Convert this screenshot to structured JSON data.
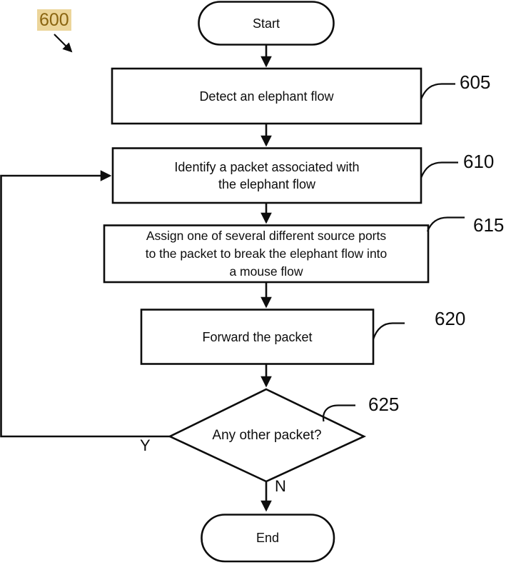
{
  "figure": {
    "ref_label": "600",
    "highlight_bg": "#ecd59a",
    "highlight_text": "#8a6410",
    "stroke_color": "#0d0d0d",
    "background": "#ffffff"
  },
  "nodes": {
    "start": {
      "label": "Start",
      "type": "terminator"
    },
    "detect": {
      "label": "Detect an elephant flow",
      "ref": "605",
      "type": "process"
    },
    "identify": {
      "label": "Identify a packet associated with\nthe elephant flow",
      "ref": "610",
      "type": "process"
    },
    "assign": {
      "label": "Assign one of several different source ports\nto the packet to break the elephant flow into\na mouse flow",
      "ref": "615",
      "type": "process"
    },
    "forward": {
      "label": "Forward the packet",
      "ref": "620",
      "type": "process"
    },
    "decision": {
      "label": "Any other packet?",
      "ref": "625",
      "type": "decision"
    },
    "end": {
      "label": "End",
      "type": "terminator"
    }
  },
  "branches": {
    "yes": "Y",
    "no": "N"
  }
}
